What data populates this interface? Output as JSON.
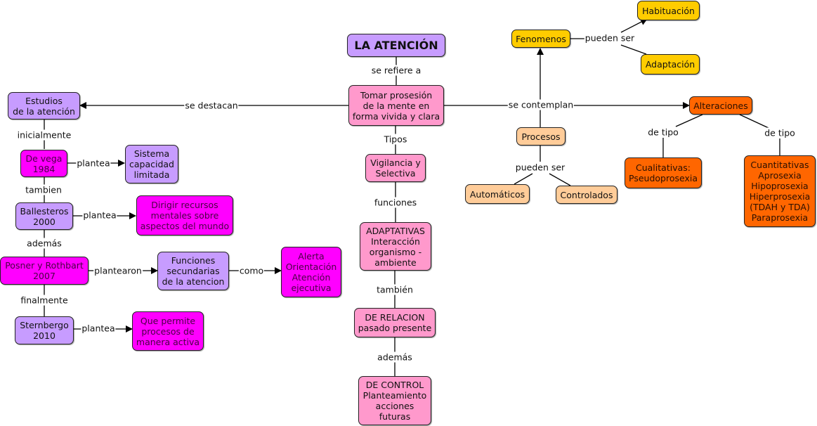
{
  "map_title": "LA ATENCIÓN",
  "colors": {
    "lavender": "#c79cff",
    "magenta": "#ff00ff",
    "pink": "#ff99cc",
    "gold": "#ffcc00",
    "peach": "#ffcc99",
    "orange": "#ff6600",
    "line": "#000000"
  },
  "nodes": {
    "root": "LA ATENCIÓN",
    "definicion": "Tomar prosesión\nde la mente en\nforma vivida y clara",
    "estudios": "Estudios\nde la atención",
    "devega": "De vega\n1984",
    "sistema": "Sistema\ncapacidad\nlimitada",
    "ballesteros": "Ballesteros\n2000",
    "dirigir": "Dirigir recursos\nmentales sobre\naspectos del mundo",
    "posner": "Posner y Rothbart\n2007",
    "funciones_sec": "Funciones\nsecundarias\nde la atencion",
    "alerta": "Alerta\nOrientación\nAtención\nejecutiva",
    "sternbergo": "Sternbergo\n2010",
    "que_permite": "Que permite\nprocesos de\nmanera activa",
    "vigilancia": "Vigilancia y\nSelectiva",
    "adaptativas": "ADAPTATIVAS\nInteracción\norganismo -\nambiente",
    "relacion": "DE RELACION\npasado presente",
    "control": "DE CONTROL\nPlanteamiento\nacciones\nfuturas",
    "fenomenos": "Fenomenos",
    "habituacion": "Habituación",
    "adaptacion": "Adaptación",
    "procesos": "Procesos",
    "automaticos": "Automáticos",
    "controlados": "Controlados",
    "alteraciones": "Alteraciones",
    "cualitativas": "Cualitativas:\nPseudoprosexia",
    "cuantitativas": "Cuantitativas\nAprosexia\nHipoprosexia\nHiperprosexia\n(TDAH y TDA)\nParaprosexia"
  },
  "link_labels": {
    "se_refiere_a": "se refiere a",
    "se_destacan": "se destacan",
    "inicialmente": "inicialmente",
    "plantea_1": "plantea",
    "tambien_1": "tambien",
    "plantea_2": "plantea",
    "ademas_1": "además",
    "plantearon": "plantearon",
    "como": "como",
    "finalmente": "finalmente",
    "plantea_3": "plantea",
    "tipos": "Tipos",
    "funciones": "funciones",
    "tambien_2": "también",
    "ademas_2": "además",
    "se_contemplan": "se contemplan",
    "pueden_ser_1": "pueden ser",
    "pueden_ser_2": "pueden ser",
    "de_tipo_1": "de tipo",
    "de_tipo_2": "de tipo"
  }
}
